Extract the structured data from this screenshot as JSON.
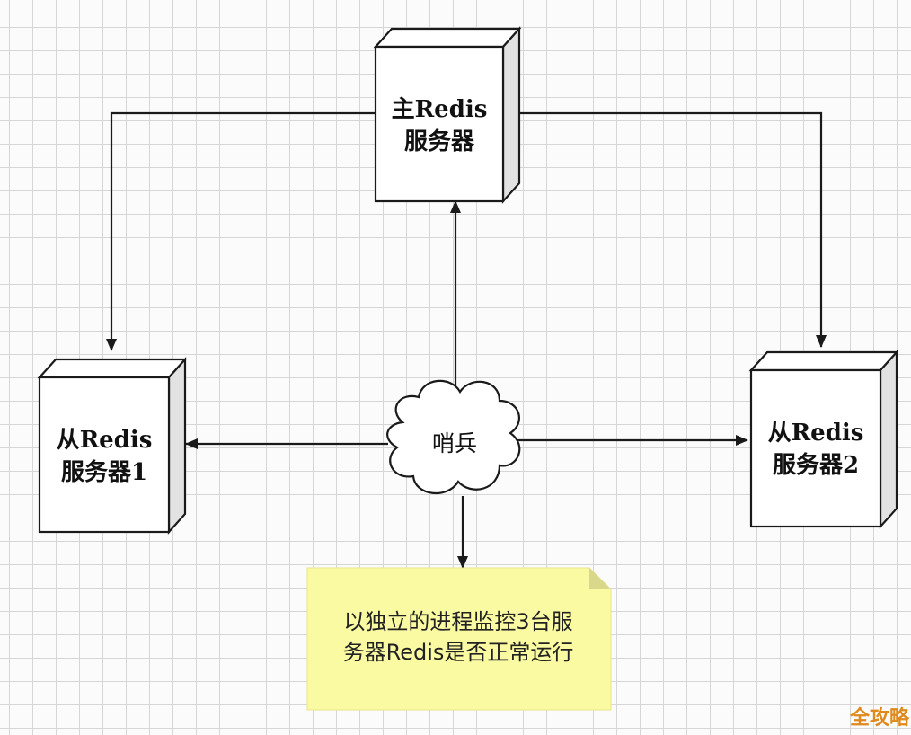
{
  "nodes": {
    "master": {
      "line1": "主Redis",
      "line2": "服务器"
    },
    "slave1": {
      "line1": "从Redis",
      "line2": "服务器1"
    },
    "slave2": {
      "line1": "从Redis",
      "line2": "服务器2"
    },
    "sentinel": {
      "label": "哨兵"
    }
  },
  "note": {
    "line1": "以独立的进程监控3台服",
    "line2": "务器Redis是否正常运行",
    "color": "#fafaa2"
  },
  "watermark": {
    "text": "全攻略"
  }
}
